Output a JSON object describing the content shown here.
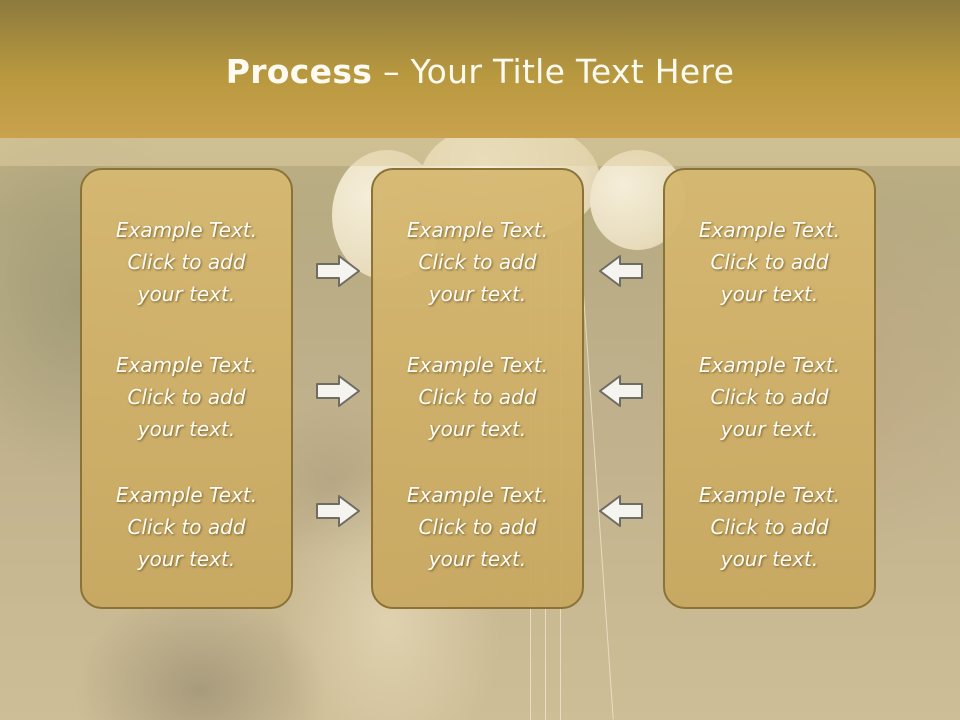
{
  "slide": {
    "title_bold": "Process",
    "title_rest": " – Your Title Text Here"
  },
  "columns": [
    {
      "items": [
        {
          "line1": "Example Text.",
          "line2": "Click  to add",
          "line3": "your text."
        },
        {
          "line1": "Example Text.",
          "line2": "Click  to add",
          "line3": "your text."
        },
        {
          "line1": "Example Text.",
          "line2": "Click  to add",
          "line3": "your text."
        }
      ]
    },
    {
      "items": [
        {
          "line1": "Example Text.",
          "line2": "Click  to add",
          "line3": "your text."
        },
        {
          "line1": "Example Text.",
          "line2": "Click  to add",
          "line3": "your text."
        },
        {
          "line1": "Example Text.",
          "line2": "Click  to add",
          "line3": "your text."
        }
      ]
    },
    {
      "items": [
        {
          "line1": "Example Text.",
          "line2": "Click  to add",
          "line3": "your text."
        },
        {
          "line1": "Example Text.",
          "line2": "Click  to add",
          "line3": "your text."
        },
        {
          "line1": "Example Text.",
          "line2": "Click  to add",
          "line3": "your text."
        }
      ]
    }
  ],
  "arrows": {
    "left_group": "right-arrow-icon",
    "right_group": "left-arrow-icon"
  },
  "colors": {
    "header": "#b8993f",
    "box_fill": "#d4b46c",
    "box_border": "#8b7236",
    "text": "#fffdf4"
  }
}
